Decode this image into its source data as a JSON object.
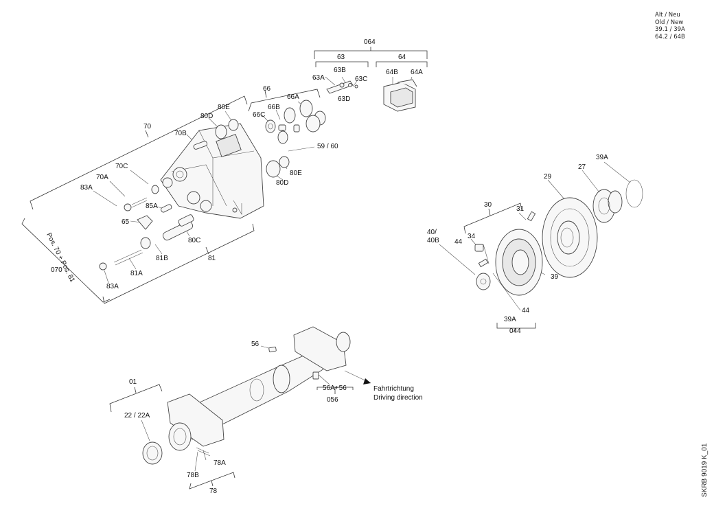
{
  "legend_note": [
    "Alt / Neu",
    "Old / New",
    "39.1 / 39A",
    "64.2 / 64B"
  ],
  "drawing_id": "SKRB 9019 K_01",
  "direction": {
    "de": "Fahrtrichtung",
    "en": "Driving direction"
  },
  "groups": {
    "g064": "064",
    "g63": "63",
    "g64": "64",
    "g66": "66",
    "g70": "70",
    "g81": "81",
    "g070": "070",
    "g070_note": "Pos. 70 + Pos. 81",
    "g30": "30",
    "g044": "044",
    "g01": "01",
    "g78": "78",
    "g056": "056"
  },
  "labels": {
    "l63A": "63A",
    "l63B": "63B",
    "l63C": "63C",
    "l63D": "63D",
    "l64A": "64A",
    "l64B": "64B",
    "l66A": "66A",
    "l66B": "66B",
    "l66C": "66C",
    "l80E_top": "80E",
    "l80D_top": "80D",
    "l70B": "70B",
    "l59_60": "59 / 60",
    "l80E_mid": "80E",
    "l80D_mid": "80D",
    "l70C": "70C",
    "l70A": "70A",
    "l83A_top": "83A",
    "l85A": "85A",
    "l65": "65",
    "l80C": "80C",
    "l81B": "81B",
    "l81A": "81A",
    "l83A_bot": "83A",
    "l39A_top": "39A",
    "l29": "29",
    "l27": "27",
    "l31": "31",
    "l40_40B": "40/\n40B",
    "l34": "34",
    "l44_left": "44",
    "l39": "39",
    "l44_bot": "44",
    "l39A_bot": "39A",
    "l56": "56",
    "l56A_56": "56A+56",
    "l22_22A": "22 / 22A",
    "l78A": "78A",
    "l78B": "78B"
  }
}
